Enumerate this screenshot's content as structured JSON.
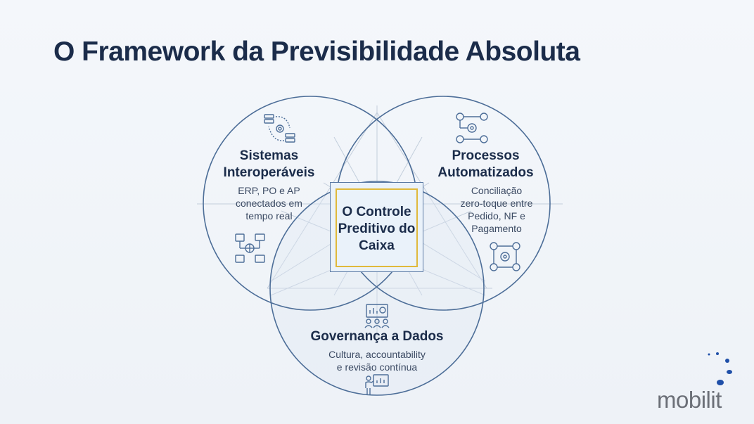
{
  "title": "O Framework da Previsibilidade Absoluta",
  "center": {
    "label": "O Controle Preditivo do Caixa"
  },
  "circles": [
    {
      "heading_line1": "Sistemas",
      "heading_line2": "Interoperáveis",
      "desc_line1": "ERP, PO e AP",
      "desc_line2": "conectados em",
      "desc_line3": "tempo real",
      "top_icon": "database-sync-icon",
      "bottom_icon": "network-servers-icon"
    },
    {
      "heading_line1": "Processos",
      "heading_line2": "Automatizados",
      "desc_line1": "Conciliação",
      "desc_line2": "zero-toque entre",
      "desc_line3": "Pedido, NF e",
      "desc_line4": "Pagamento",
      "top_icon": "workflow-gear-icon",
      "bottom_icon": "process-cycle-icon"
    },
    {
      "heading_line1": "Governança a Dados",
      "desc_line1": "Cultura, accountability",
      "desc_line2": "e revisão contínua",
      "top_icon": "team-dashboard-icon",
      "bottom_icon": "presenter-chart-icon"
    }
  ],
  "logo": {
    "text": "mobilit"
  },
  "colors": {
    "circle_stroke": "#4d6e98",
    "accent_gold": "#e0b93b",
    "title": "#1b2c4a",
    "logo_blue": "#1f4fa8"
  }
}
